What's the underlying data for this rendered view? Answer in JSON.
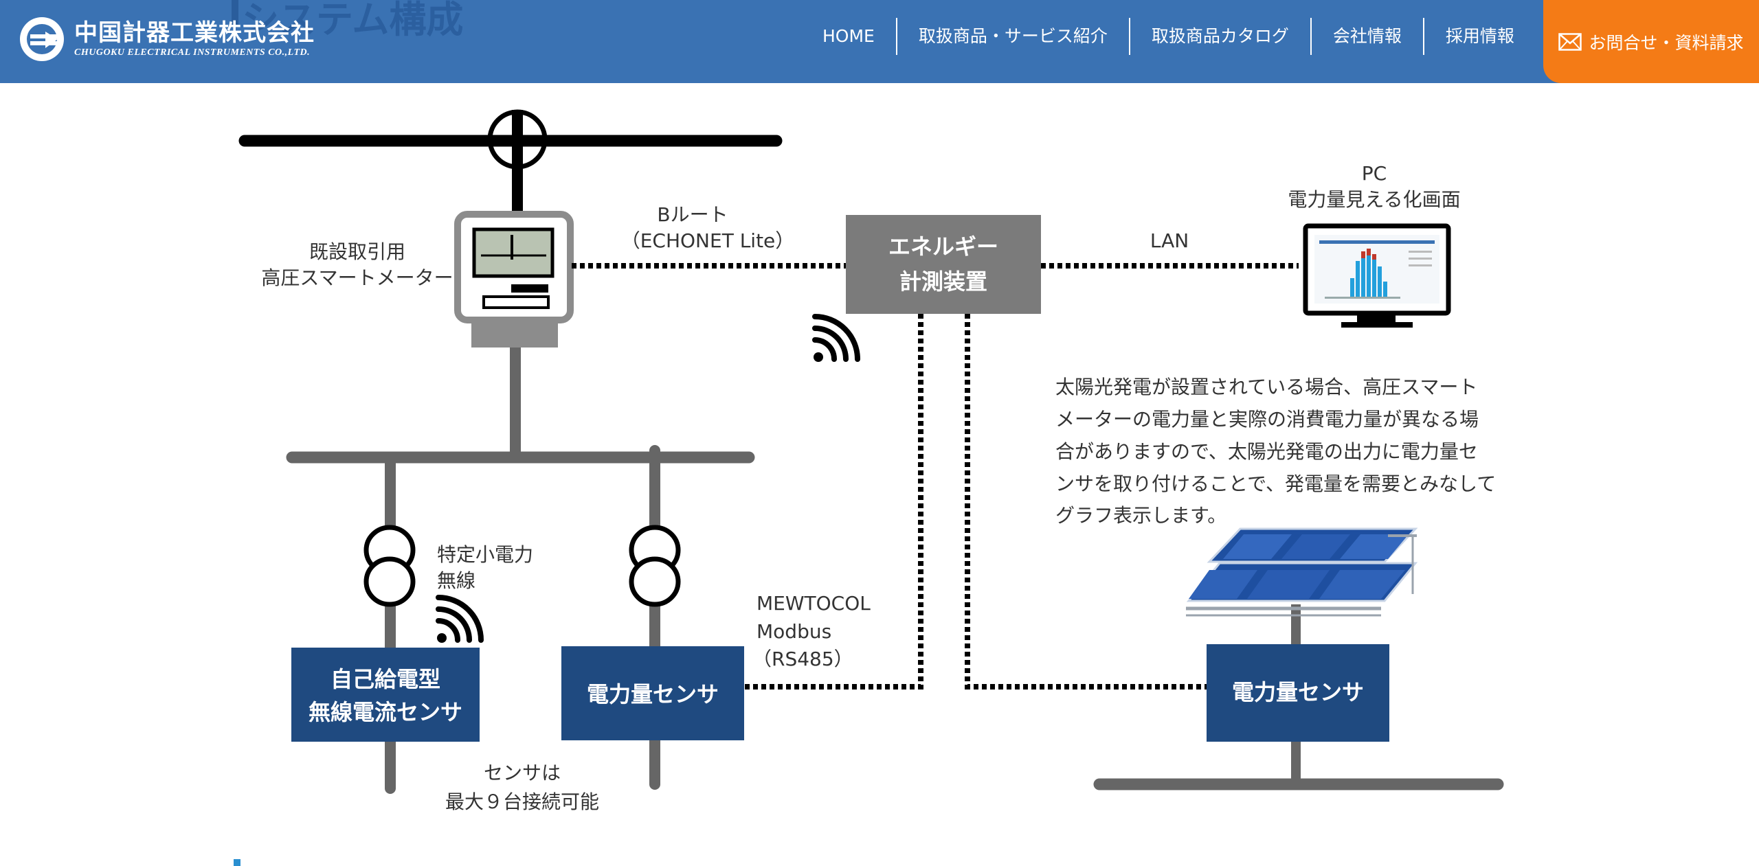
{
  "section_title": "システム構成",
  "header": {
    "logo_jp": "中国計器工業株式会社",
    "logo_en": "CHUGOKU ELECTRICAL INSTRUMENTS CO.,LTD.",
    "nav": [
      {
        "label": "HOME"
      },
      {
        "label": "取扱商品・サービス紹介"
      },
      {
        "label": "取扱商品カタログ"
      },
      {
        "label": "会社情報"
      },
      {
        "label": "採用情報"
      }
    ],
    "contact_label": "お問合せ・資料請求"
  },
  "colors": {
    "header_bg": "#3a72b3",
    "contact_bg": "#f47b16",
    "box_navy": "#1f4a80",
    "box_gray": "#7b7b7b"
  },
  "diagram": {
    "meter_label_1": "既設取引用",
    "meter_label_2": "高圧スマートメーター",
    "broute_1": "Bルート",
    "broute_2": "（ECHONET Lite）",
    "energy_box_1": "エネルギー",
    "energy_box_2": "計測装置",
    "lan": "LAN",
    "pc_1": "PC",
    "pc_2": "電力量見える化画面",
    "note": [
      "太陽光発電が設置されている場合、高圧スマート",
      "メーターの電力量と実際の消費電力量が異なる場",
      "合がありますので、太陽光発電の出力に電力量セ",
      "ンサを取り付けることで、発電量を需要とみなして",
      "グラフ表示します。"
    ],
    "wireless_1": "特定小電力",
    "wireless_2": "無線",
    "self_box_1": "自己給電型",
    "self_box_2": "無線電流センサ",
    "sensor_box": "電力量センサ",
    "proto_1": "MEWTOCOL",
    "proto_2": "Modbus",
    "proto_3": "（RS485）",
    "solar_sensor_box": "電力量センサ",
    "max_1": "センサは",
    "max_2": "最大９台接続可能"
  }
}
